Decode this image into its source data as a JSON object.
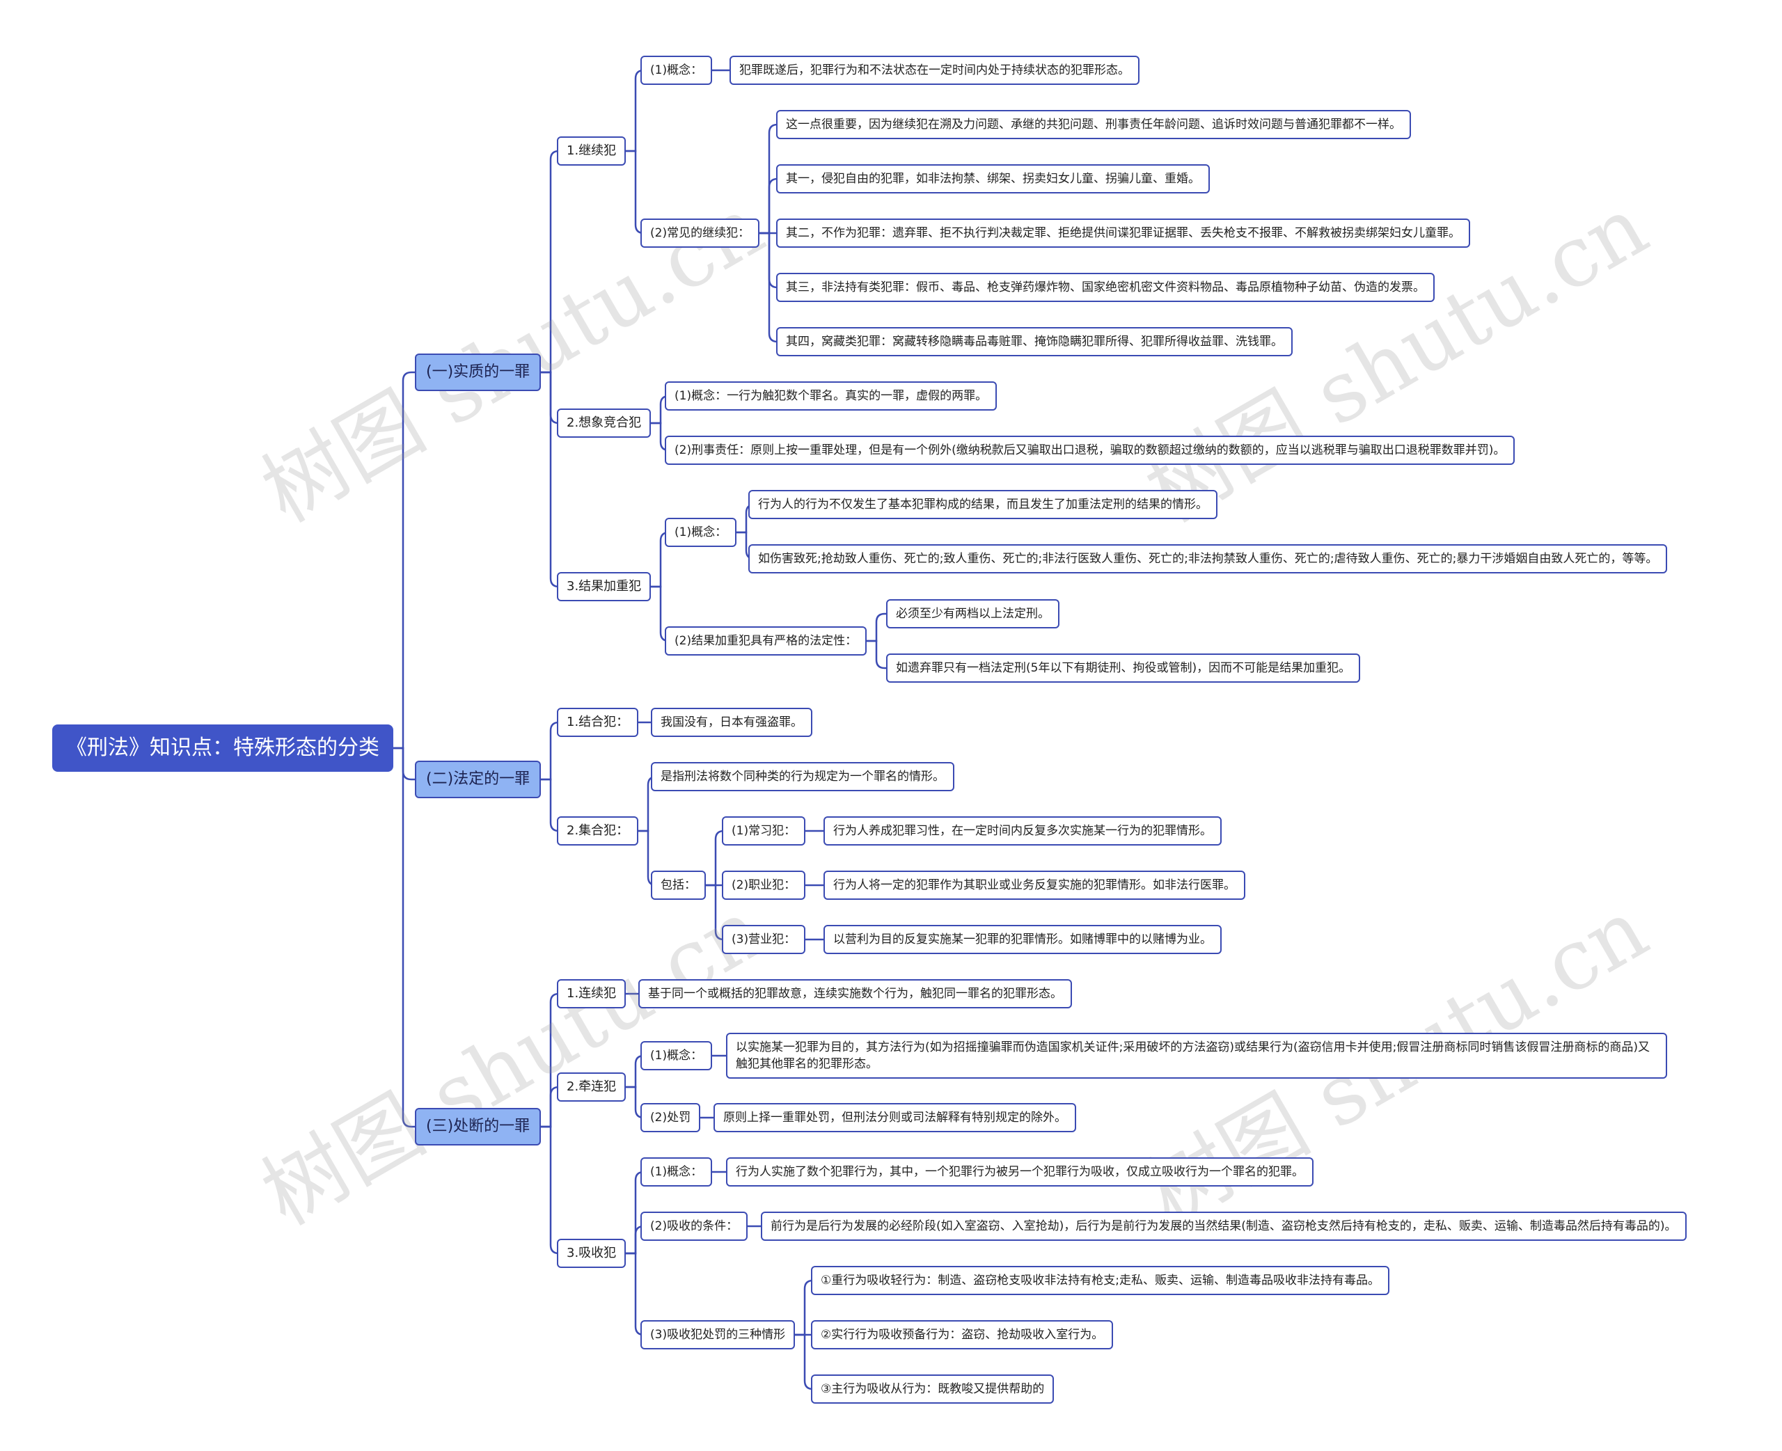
{
  "root": "《刑法》知识点：特殊形态的分类",
  "watermark": "树图 shutu.cn",
  "colors": {
    "line": "#3b4bb3",
    "root_bg": "#4055c8",
    "l1_bg": "#8fb3f3"
  },
  "sections": [
    {
      "label": "(一)实质的一罪",
      "children": [
        {
          "label": "1.继续犯",
          "children": [
            {
              "label": "(1)概念：",
              "children": [
                {
                  "label": "犯罪既遂后，犯罪行为和不法状态在一定时间内处于持续状态的犯罪形态。"
                }
              ]
            },
            {
              "label": "(2)常见的继续犯：",
              "children": [
                {
                  "label": "这一点很重要，因为继续犯在溯及力问题、承继的共犯问题、刑事责任年龄问题、追诉时效问题与普通犯罪都不一样。"
                },
                {
                  "label": "其一，侵犯自由的犯罪，如非法拘禁、绑架、拐卖妇女儿童、拐骗儿童、重婚。"
                },
                {
                  "label": "其二，不作为犯罪：遗弃罪、拒不执行判决裁定罪、拒绝提供间谍犯罪证据罪、丢失枪支不报罪、不解救被拐卖绑架妇女儿童罪。"
                },
                {
                  "label": "其三，非法持有类犯罪：假币、毒品、枪支弹药爆炸物、国家绝密机密文件资料物品、毒品原植物种子幼苗、伪造的发票。"
                },
                {
                  "label": "其四，窝藏类犯罪：窝藏转移隐瞒毒品毒赃罪、掩饰隐瞒犯罪所得、犯罪所得收益罪、洗钱罪。"
                }
              ]
            }
          ]
        },
        {
          "label": "2.想象竞合犯",
          "children": [
            {
              "label": "(1)概念：一行为触犯数个罪名。真实的一罪，虚假的两罪。"
            },
            {
              "label": "(2)刑事责任：原则上按一重罪处理，但是有一个例外(缴纳税款后又骗取出口退税，骗取的数额超过缴纳的数额的，应当以逃税罪与骗取出口退税罪数罪并罚)。"
            }
          ]
        },
        {
          "label": "3.结果加重犯",
          "children": [
            {
              "label": "(1)概念：",
              "children": [
                {
                  "label": "行为人的行为不仅发生了基本犯罪构成的结果，而且发生了加重法定刑的结果的情形。"
                },
                {
                  "label": "如伤害致死;抢劫致人重伤、死亡的;致人重伤、死亡的;非法行医致人重伤、死亡的;非法拘禁致人重伤、死亡的;虐待致人重伤、死亡的;暴力干涉婚姻自由致人死亡的，等等。"
                }
              ]
            },
            {
              "label": "(2)结果加重犯具有严格的法定性：",
              "children": [
                {
                  "label": "必须至少有两档以上法定刑。"
                },
                {
                  "label": "如遗弃罪只有一档法定刑(5年以下有期徒刑、拘役或管制)，因而不可能是结果加重犯。"
                }
              ]
            }
          ]
        }
      ]
    },
    {
      "label": "(二)法定的一罪",
      "children": [
        {
          "label": "1.结合犯：",
          "children": [
            {
              "label": "我国没有，日本有强盗罪。"
            }
          ]
        },
        {
          "label": "2.集合犯：",
          "children": [
            {
              "label": "是指刑法将数个同种类的行为规定为一个罪名的情形。"
            },
            {
              "label": "包括：",
              "children": [
                {
                  "label": "(1)常习犯：",
                  "children": [
                    {
                      "label": "行为人养成犯罪习性，在一定时间内反复多次实施某一行为的犯罪情形。"
                    }
                  ]
                },
                {
                  "label": "(2)职业犯：",
                  "children": [
                    {
                      "label": "行为人将一定的犯罪作为其职业或业务反复实施的犯罪情形。如非法行医罪。"
                    }
                  ]
                },
                {
                  "label": "(3)营业犯：",
                  "children": [
                    {
                      "label": "以营利为目的反复实施某一犯罪的犯罪情形。如赌博罪中的以赌博为业。"
                    }
                  ]
                }
              ]
            }
          ]
        }
      ]
    },
    {
      "label": "(三)处断的一罪",
      "children": [
        {
          "label": "1.连续犯",
          "children": [
            {
              "label": "基于同一个或概括的犯罪故意，连续实施数个行为，触犯同一罪名的犯罪形态。"
            }
          ]
        },
        {
          "label": "2.牵连犯",
          "children": [
            {
              "label": "(1)概念：",
              "children": [
                {
                  "label": "以实施某一犯罪为目的，其方法行为(如为招摇撞骗罪而伪造国家机关证件;采用破坏的方法盗窃)或结果行为(盗窃信用卡并使用;假冒注册商标同时销售该假冒注册商标的商品)又触犯其他罪名的犯罪形态。"
                }
              ]
            },
            {
              "label": "(2)处罚",
              "children": [
                {
                  "label": "原则上择一重罪处罚，但刑法分则或司法解释有特别规定的除外。"
                }
              ]
            }
          ]
        },
        {
          "label": "3.吸收犯",
          "children": [
            {
              "label": "(1)概念：",
              "children": [
                {
                  "label": "行为人实施了数个犯罪行为，其中，一个犯罪行为被另一个犯罪行为吸收，仅成立吸收行为一个罪名的犯罪。"
                }
              ]
            },
            {
              "label": "(2)吸收的条件：",
              "children": [
                {
                  "label": "前行为是后行为发展的必经阶段(如入室盗窃、入室抢劫)，后行为是前行为发展的当然结果(制造、盗窃枪支然后持有枪支的，走私、贩卖、运输、制造毒品然后持有毒品的)。"
                }
              ]
            },
            {
              "label": "(3)吸收犯处罚的三种情形",
              "children": [
                {
                  "label": "①重行为吸收轻行为：制造、盗窃枪支吸收非法持有枪支;走私、贩卖、运输、制造毒品吸收非法持有毒品。"
                },
                {
                  "label": "②实行行为吸收预备行为：盗窃、抢劫吸收入室行为。"
                },
                {
                  "label": "③主行为吸收从行为：既教唆又提供帮助的"
                }
              ]
            }
          ]
        }
      ]
    }
  ]
}
